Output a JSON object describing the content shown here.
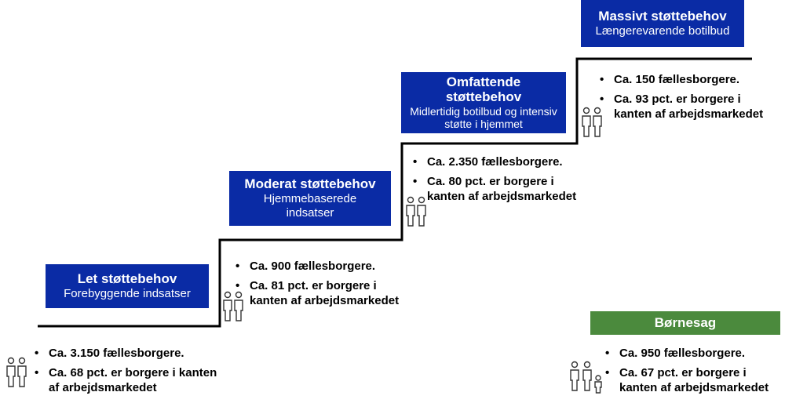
{
  "colors": {
    "box_blue": "#0a2ba5",
    "box_green": "#4b8a3d",
    "stair_line": "#000000"
  },
  "levels": [
    {
      "title": "Let støttebehov",
      "subtitle": "Forebyggende indsatser",
      "bullets": [
        "Ca. 3.150 fællesborgere.",
        "Ca. 68 pct. er borgere i kanten af arbejdsmarkedet"
      ],
      "icon": "two-people-icon"
    },
    {
      "title": "Moderat støttebehov",
      "subtitle": "Hjemmebaserede indsatser",
      "bullets": [
        "Ca. 900 fællesborgere.",
        "Ca. 81 pct. er borgere i kanten af arbejdsmarkedet"
      ],
      "icon": "two-people-icon"
    },
    {
      "title": "Omfattende støttebehov",
      "subtitle": "Midlertidig botilbud og intensiv støtte i hjemmet",
      "bullets": [
        "Ca. 2.350 fællesborgere.",
        "Ca. 80 pct. er borgere i kanten af arbejdsmarkedet"
      ],
      "icon": "two-people-icon"
    },
    {
      "title": "Massivt støttebehov",
      "subtitle": "Længerevarende botilbud",
      "bullets": [
        "Ca. 150 fællesborgere.",
        "Ca. 93 pct. er borgere i kanten af arbejdsmarkedet"
      ],
      "icon": "two-people-icon"
    }
  ],
  "children": {
    "title": "Børnesag",
    "bullets": [
      "Ca. 950 fællesborgere.",
      "Ca. 67 pct. er borgere i kanten af arbejdsmarkedet"
    ],
    "icon": "family-icon"
  }
}
